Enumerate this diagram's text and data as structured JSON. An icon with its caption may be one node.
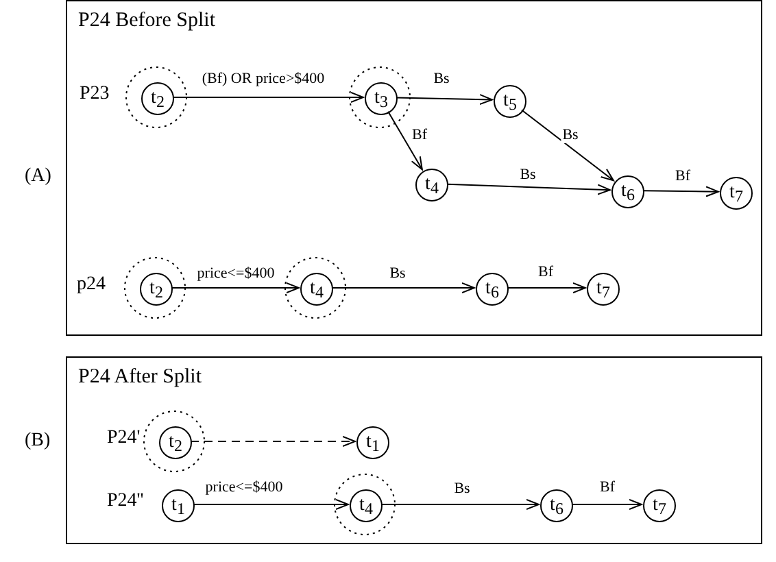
{
  "diagram": {
    "nodes": [
      {
        "text": [
          "P24 Before Split"
        ]
      },
      {
        "text": [
          "t$_{2}$"
        ],
        "in": 0
      },
      {
        "text": [
          "t$_{3}$"
        ],
        "in": 0
      },
      {
        "text": [
          "t$_{5}$"
        ],
        "in": 0
      },
      {
        "text": [
          "t$_{4}$"
        ],
        "in": 0
      },
      {
        "text": [
          "t$_{6}$"
        ],
        "in": 0
      },
      {
        "text": [
          "t$_{7}$"
        ],
        "in": 0
      },
      {
        "text": [
          "t$_{2}$"
        ],
        "in": 0
      },
      {
        "text": [
          "t$_{4}$"
        ],
        "in": 0
      },
      {
        "text": [
          "t$_{6}$"
        ],
        "in": 0
      },
      {
        "text": [
          "t$_{7}$"
        ],
        "in": 0
      },
      {
        "text": [
          "P24 After Split"
        ]
      },
      {
        "text": [
          "t$_{2}$"
        ],
        "in": 11
      },
      {
        "text": [
          "t$_{1}$"
        ],
        "in": 11
      },
      {
        "text": [
          "t$_{1}$"
        ],
        "in": 11
      },
      {
        "text": [
          "t$_{4}$"
        ],
        "in": 11
      },
      {
        "text": [
          "t$_{6}$"
        ],
        "in": 11
      },
      {
        "text": [
          "t$_{7}$"
        ],
        "in": 11
      }
    ],
    "edges": [
      {
        "from": 1,
        "to": 2,
        "arrow": "to",
        "label": "(Bf) OR price>$400"
      },
      {
        "from": 2,
        "to": 3,
        "arrow": "to",
        "label": "Bs"
      },
      {
        "from": 2,
        "to": 4,
        "arrow": "to",
        "label": "Bf"
      },
      {
        "from": 3,
        "to": 5,
        "arrow": "to",
        "label": "Bs"
      },
      {
        "from": 4,
        "to": 5,
        "arrow": "to",
        "label": "Bs"
      },
      {
        "from": 5,
        "to": 6,
        "arrow": "to",
        "label": "Bf"
      },
      {
        "from": 7,
        "to": 8,
        "arrow": "to",
        "label": "price<=$400"
      },
      {
        "from": 8,
        "to": 9,
        "arrow": "to",
        "label": "Bs"
      },
      {
        "from": 9,
        "to": 10,
        "arrow": "to",
        "label": "Bf"
      },
      {
        "from": 12,
        "to": 13,
        "arrow": "to",
        "style": "dashed"
      },
      {
        "from": 14,
        "to": 15,
        "arrow": "to",
        "label": "price<=$400"
      },
      {
        "from": 15,
        "to": 16,
        "arrow": "to",
        "label": "Bs"
      },
      {
        "from": 16,
        "to": 17,
        "arrow": "to",
        "label": "Bf"
      }
    ],
    "labels": [
      "(A)",
      "P23",
      "p24",
      "(B)",
      "P24'",
      "P24''"
    ]
  }
}
